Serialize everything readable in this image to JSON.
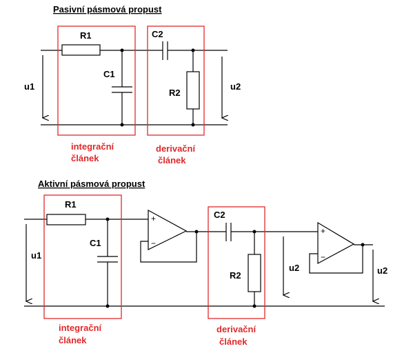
{
  "passive": {
    "title": "Pasivní pásmová propust",
    "r1": "R1",
    "c1": "C1",
    "c2": "C2",
    "r2": "R2",
    "u1": "u1",
    "u2": "u2",
    "integ_line1": "integrační",
    "integ_line2": "článek",
    "deriv_line1": "derivační",
    "deriv_line2": "článek"
  },
  "active": {
    "title": "Aktivní pásmová propust",
    "r1": "R1",
    "c1": "C1",
    "c2": "C2",
    "r2": "R2",
    "u1": "u1",
    "u2_inner": "u2",
    "u2_outer": "u2",
    "plus": "+",
    "minus": "−",
    "integ_line1": "integrační",
    "integ_line2": "článek",
    "deriv_line1": "derivační",
    "deriv_line2": "článek"
  },
  "colors": {
    "highlight_box": "#e0282a",
    "wire": "#000000"
  }
}
